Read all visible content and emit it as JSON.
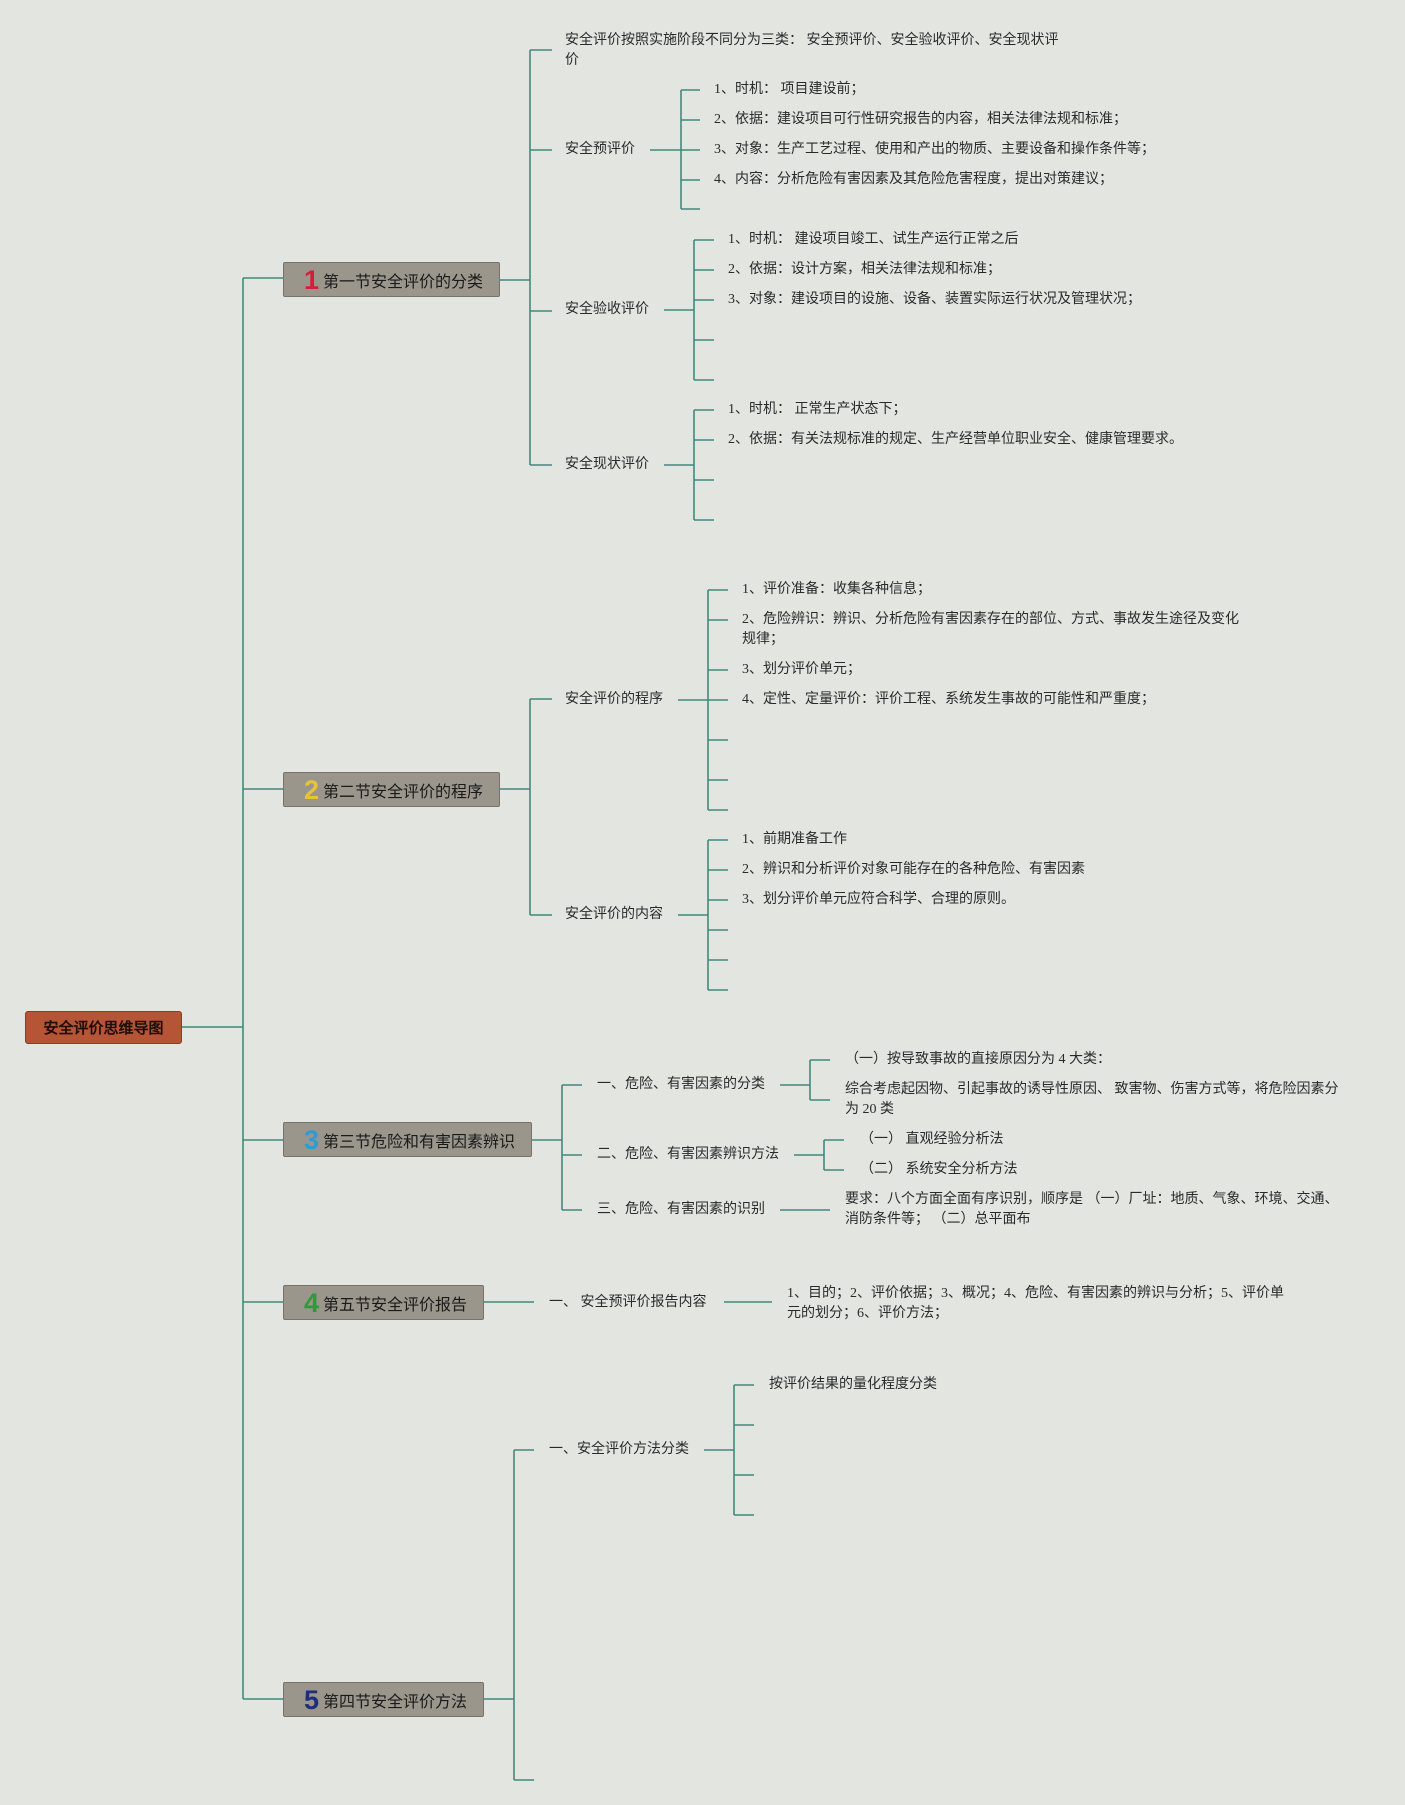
{
  "root": "安全评价思维导图",
  "colors": {
    "line": "#3f8a7c",
    "root": "#b65436",
    "section": "#9a968c",
    "num1": "#d1203a",
    "num2": "#e5c43a",
    "num3": "#2e9bd6",
    "num4": "#2e9a3a",
    "num5": "#1f2d7a"
  },
  "sections": [
    {
      "num": "1",
      "label": "第一节安全评价的分类",
      "intro": "安全评价按照实施阶段不同分为三类： 安全预评价、安全验收评价、安全现状评价",
      "children": [
        {
          "label": "安全预评价",
          "items": [
            "1、时机： 项目建设前；",
            "2、依据：建设项目可行性研究报告的内容，相关法律法规和标准；",
            "3、对象：生产工艺过程、使用和产出的物质、主要设备和操作条件等；",
            "4、内容：分析危险有害因素及其危险危害程度，提出对策建议；"
          ]
        },
        {
          "label": "安全验收评价",
          "items": [
            "1、时机： 建设项目竣工、试生产运行正常之后",
            "2、依据：设计方案，相关法律法规和标准；",
            "3、对象：建设项目的设施、设备、装置实际运行状况及管理状况；"
          ]
        },
        {
          "label": "安全现状评价",
          "items": [
            "1、时机： 正常生产状态下；",
            "2、依据：有关法规标准的规定、生产经营单位职业安全、健康管理要求。"
          ]
        }
      ]
    },
    {
      "num": "2",
      "label": "第二节安全评价的程序",
      "children": [
        {
          "label": "安全评价的程序",
          "items": [
            "1、评价准备：收集各种信息；",
            "2、危险辨识：辨识、分析危险有害因素存在的部位、方式、事故发生途径及变化规律；",
            "3、划分评价单元；",
            "4、定性、定量评价：评价工程、系统发生事故的可能性和严重度；"
          ]
        },
        {
          "label": "安全评价的内容",
          "items": [
            "1、前期准备工作",
            "2、辨识和分析评价对象可能存在的各种危险、有害因素",
            "3、划分评价单元应符合科学、合理的原则。"
          ]
        }
      ]
    },
    {
      "num": "3",
      "label": "第三节危险和有害因素辨识",
      "children": [
        {
          "label": "一、危险、有害因素的分类",
          "items": [
            "（一）按导致事故的直接原因分为 4 大类：",
            "综合考虑起因物、引起事故的诱导性原因、 致害物、伤害方式等，将危险因素分为 20 类"
          ]
        },
        {
          "label": "二、危险、有害因素辨识方法",
          "items": [
            "（一）  直观经验分析法",
            "（二）  系统安全分析方法"
          ]
        },
        {
          "label": "三、危险、有害因素的识别",
          "items": [
            "要求：八个方面全面有序识别，顺序是 （一）厂址：地质、气象、环境、交通、消防条件等； （二）总平面布"
          ]
        }
      ]
    },
    {
      "num": "4",
      "label": "第五节安全评价报告",
      "children": [
        {
          "label": "一、 安全预评价报告内容",
          "items": [
            "1、目的；2、评价依据；3、概况；4、危险、有害因素的辨识与分析；5、评价单元的划分；6、评价方法；"
          ]
        }
      ]
    },
    {
      "num": "5",
      "label": "第四节安全评价方法",
      "children": [
        {
          "label": "一、安全评价方法分类",
          "items": [
            "按评价结果的量化程度分类"
          ]
        }
      ]
    }
  ]
}
